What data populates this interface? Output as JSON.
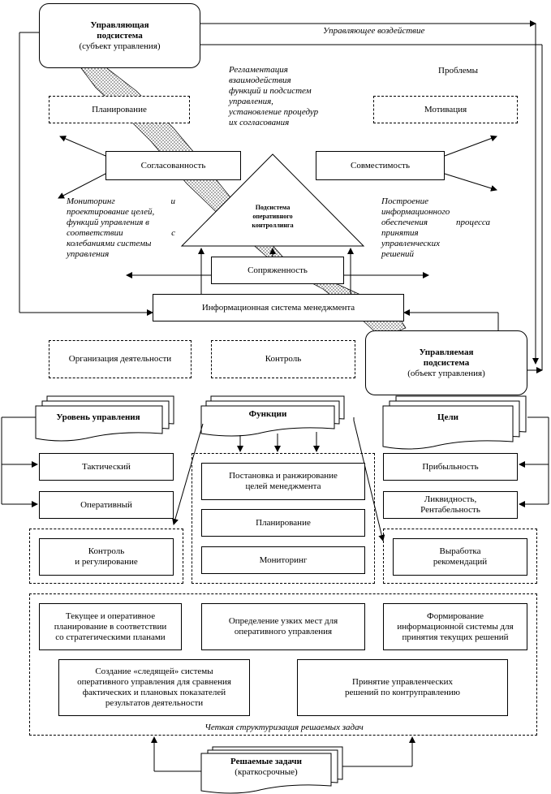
{
  "top": {
    "control_system_title": "Управляющая подсистема",
    "control_system_sub": "(субъект управления)",
    "control_action": "Управляющее воздействие",
    "regulation_text": [
      "Регламентация",
      "взаимодействия",
      "функций и подсистем",
      "управления,",
      "установление процедур",
      "их согласования"
    ],
    "problems": "Проблемы",
    "planning": "Планирование",
    "motivation": "Мотивация",
    "consistency": "Согласованность",
    "compatibility": "Совместимость",
    "controlling_subsystem": [
      "Подсистема",
      "оперативного",
      "контроллинга"
    ],
    "monitoring_text": [
      "Мониторинг и",
      "проектирование целей,",
      "функций управления в",
      "соответствии с",
      "колебаниями системы",
      "управления"
    ],
    "building_text": [
      "Построение",
      "информационного",
      "обеспечения процесса",
      "принятия",
      "управленческих",
      "решений"
    ],
    "conjugacy": "Сопряженность",
    "mis": "Информационная система менеджмента",
    "managed_system_title": "Управляемая подсистема",
    "managed_system_sub": "(объект управления)",
    "org_activity": "Организация деятельности",
    "control": "Контроль"
  },
  "mid": {
    "level_doc": "Уровень управления",
    "functions_doc": "Функции",
    "goals_doc": "Цели",
    "tactical": "Тактический",
    "operational": "Оперативный",
    "control_regulation": [
      "Контроль",
      "и регулирование"
    ],
    "goal_setting": [
      "Постановка и ранжирование",
      "целей менеджмента"
    ],
    "planning": "Планирование",
    "monitoring": "Мониторинг",
    "profitability": "Прибыльность",
    "liquidity": [
      "Ликвидность,",
      "Рентабельность"
    ],
    "recommendations": [
      "Выработка",
      "рекомендаций"
    ]
  },
  "bottom": {
    "task1": [
      "Текущее и оперативное",
      "планирование в соответствии",
      "со стратегическими планами"
    ],
    "task2": [
      "Определение узких мест для",
      "оперативного управления"
    ],
    "task3": [
      "Формирование",
      "информационной системы для",
      "принятия текущих решений"
    ],
    "task4": [
      "Создание «следящей» системы",
      "оперативного управления для сравнения",
      "фактических и плановых показателей",
      "результатов деятельности"
    ],
    "task5": [
      "Принятие управленческих",
      "решений по контруправлению"
    ],
    "structuring": "Четкая структуризация решаемых задач",
    "tasks_doc_title": "Решаемые задачи",
    "tasks_doc_sub": "(краткосрочные)"
  }
}
